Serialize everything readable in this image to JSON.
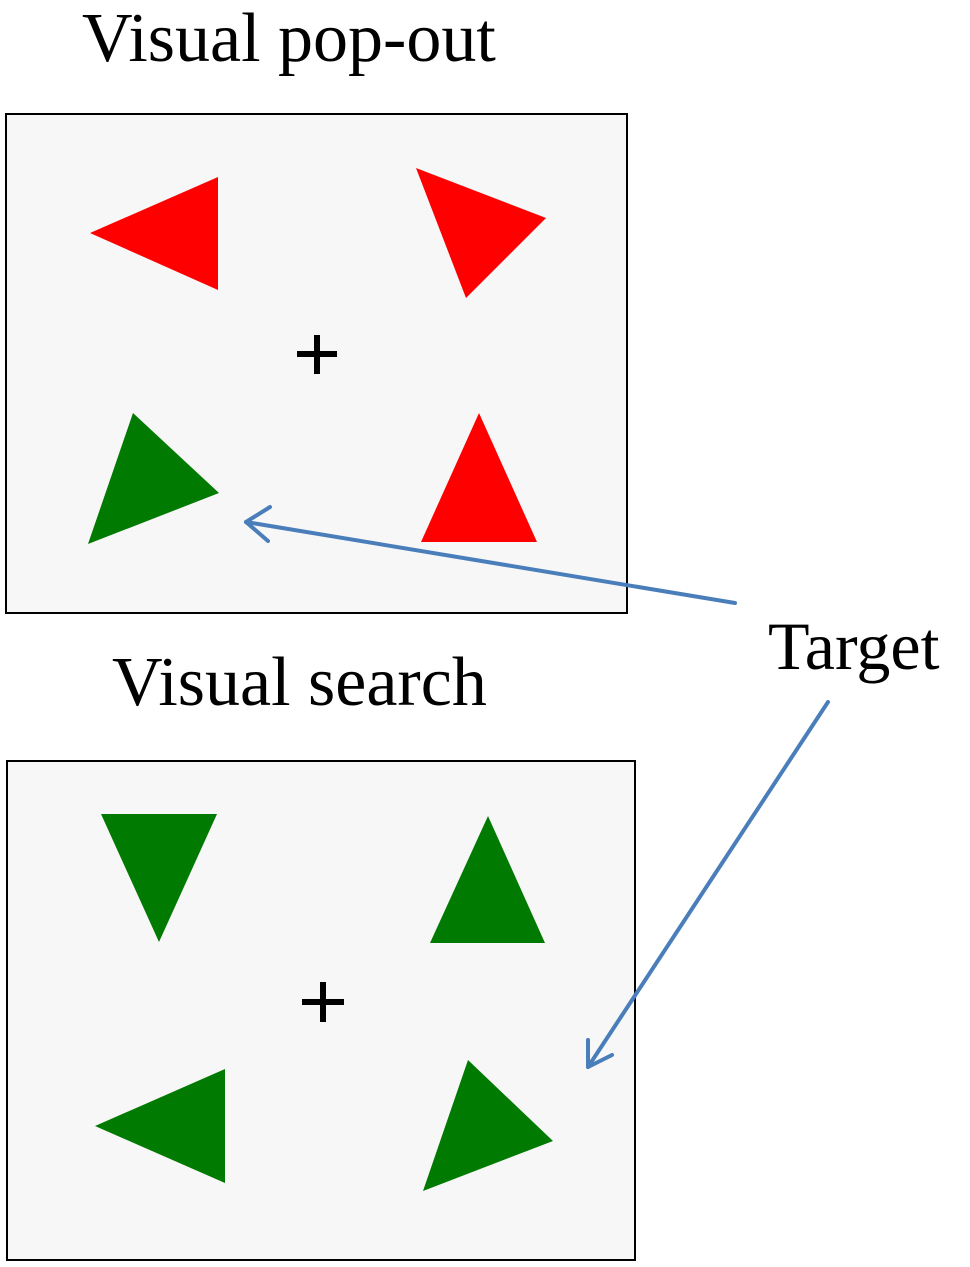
{
  "popout": {
    "title": "Visual pop-out"
  },
  "search": {
    "title": "Visual search"
  },
  "target_label": "Target",
  "colors": {
    "distractor_red": "#ff0000",
    "green": "#007a00",
    "arrow": "#4a7ebb",
    "panel_bg": "#f7f7f7",
    "fixation": "#000000"
  }
}
